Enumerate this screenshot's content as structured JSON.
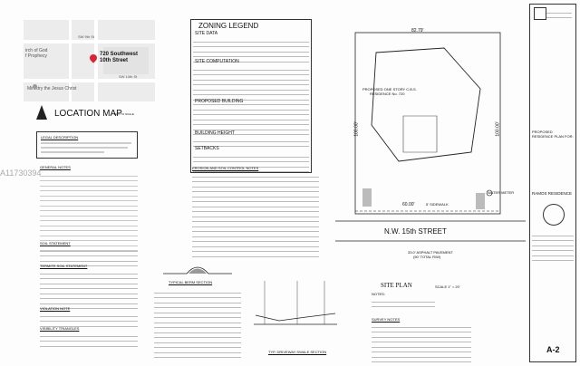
{
  "map": {
    "street_top": "SW 9th St",
    "poi_left_1": "irch of God",
    "poi_left_2": "f Prophecy",
    "pin_label_1": "720 Southwest",
    "pin_label_2": "10th Street",
    "street_bottom": "SW 10th St",
    "poi_bottom": "Ministry the Jesus Christ",
    "avenue": "SW 7th Ave"
  },
  "location_map": {
    "title": "LOCATION MAP",
    "scale": "NOT TO SCALE"
  },
  "legal_description": {
    "heading": "LEGAL DESCRIPTION"
  },
  "general_notes": {
    "heading": "GENERAL NOTES"
  },
  "soil_statement": {
    "heading": "SOIL STATEMENT"
  },
  "termite_soil": {
    "heading": "TERMITE SOIL STATEMENT"
  },
  "violation_note": {
    "heading": "VIOLATION NOTE"
  },
  "visibility_triangles": {
    "heading": "VISIBILITY TRIANGLES"
  },
  "zoning": {
    "title": "ZONING LEGEND",
    "site_data": "SITE DATA",
    "site_computation": "SITE COMPUTATION",
    "proposed_building": "PROPOSED BUILDING",
    "building_height": "BUILDING HEIGHT",
    "setbacks": "SETBACKS"
  },
  "erosion": {
    "heading": "EROSION AND SOIL CONTROL NOTES"
  },
  "berm_section": "TYPICAL BERM SECTION",
  "swale_section": "TYP. DRIVEWAY SWALE SECTION",
  "notes_heading": "NOTES:",
  "site": {
    "lot_width": "82.79'",
    "residence_label_1": "PROPOSED ONE STORY C.B.S.",
    "residence_label_2": "RESIDENCE No. 720",
    "front_width": "60.00'",
    "sidewalk": "5' SIDEWALK",
    "side_dim_left": "100.00'",
    "side_dim_right": "100.00'",
    "street_name": "N.W.  15th  STREET",
    "pavement": "33.0' ASPHALT PAVEMENT",
    "row": "(50' TOTAL R/W)",
    "water_meter": "WATER METER",
    "plan_title": "SITE   PLAN",
    "plan_scale": "SCALE 1\" = 20'"
  },
  "survey_notes": {
    "heading": "SURVEY NOTES"
  },
  "watermark": "A11730394",
  "title_block": {
    "project_label": "PROPOSED RESIDENCE PLAN FOR:",
    "owner": "RAMOS RESIDENCE",
    "sheet_number": "A-2"
  }
}
